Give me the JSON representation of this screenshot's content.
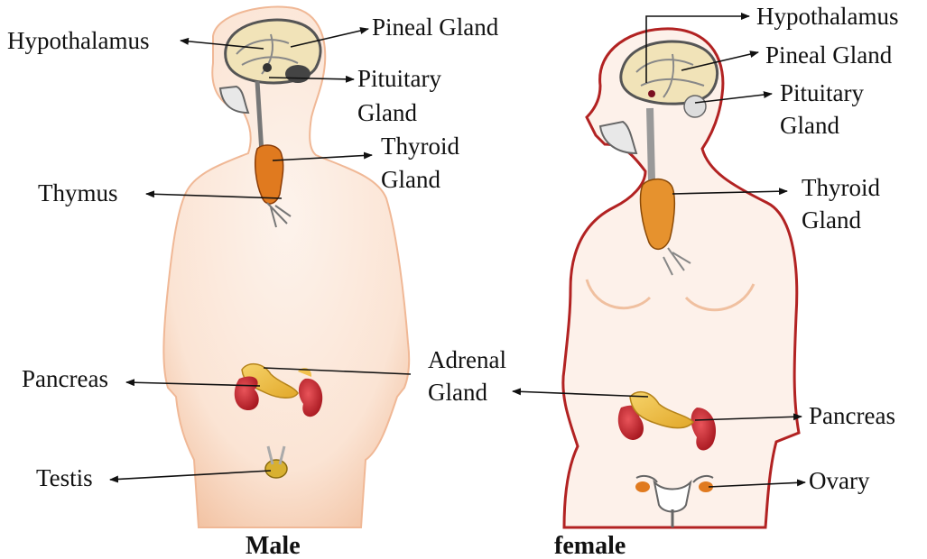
{
  "male": {
    "caption": "Male",
    "labels": {
      "hypothalamus": "Hypothalamus",
      "pineal": "Pineal Gland",
      "pituitary_1": "Pituitary",
      "pituitary_2": "Gland",
      "thyroid_1": "Thyroid",
      "thyroid_2": "Gland",
      "thymus": "Thymus",
      "pancreas": "Pancreas",
      "testis": "Testis"
    }
  },
  "shared": {
    "adrenal_1": "Adrenal",
    "adrenal_2": "Gland"
  },
  "female": {
    "caption": "female",
    "labels": {
      "hypothalamus": "Hypothalamus",
      "pineal": "Pineal Gland",
      "pituitary_1": "Pituitary",
      "pituitary_2": "Gland",
      "thyroid_1": "Thyroid",
      "thyroid_2": "Gland",
      "pancreas": "Pancreas",
      "ovary": "Ovary"
    }
  },
  "colors": {
    "skin": "#fbe7dc",
    "skin_shade": "#f4c3a6",
    "female_outline": "#b22222",
    "brain": "#f1e3b8",
    "thyroid": "#e07a1f",
    "kidney": "#c1272d",
    "pancreas": "#f2c14e"
  }
}
